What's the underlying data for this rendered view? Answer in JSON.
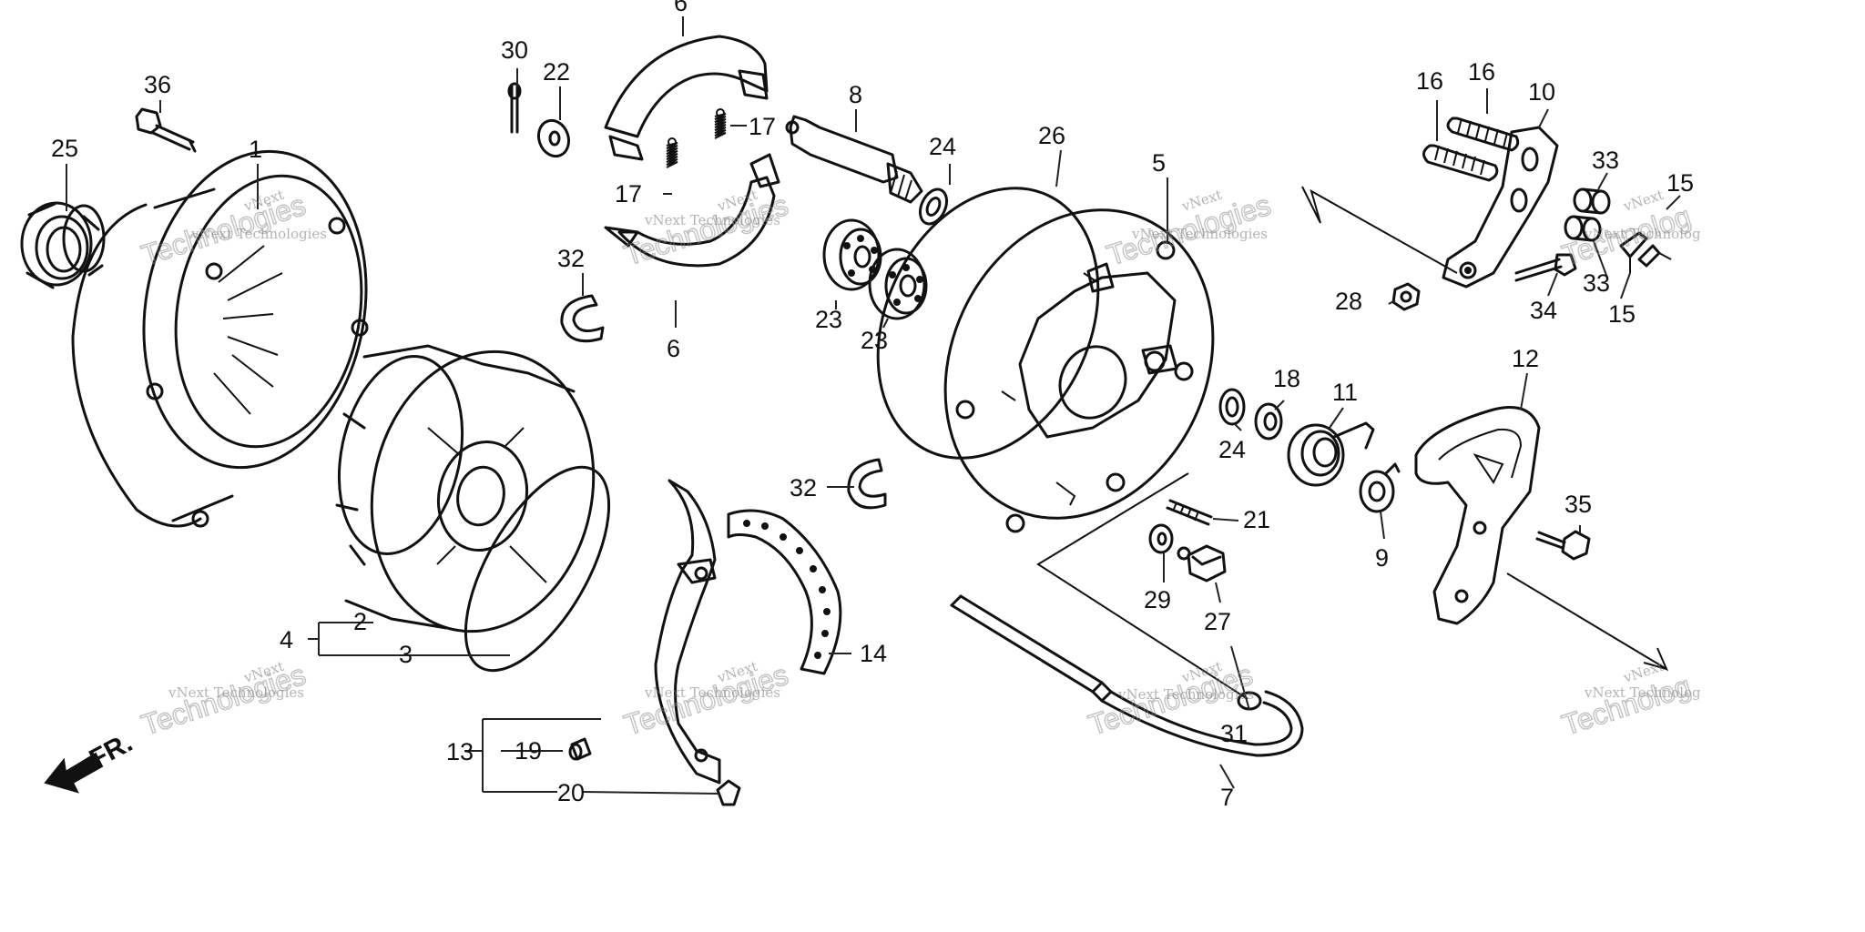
{
  "callouts": {
    "c1": "1",
    "c2": "2",
    "c3": "3",
    "c4": "4",
    "c5": "5",
    "c6a": "6",
    "c6b": "6",
    "c7": "7",
    "c8": "8",
    "c9": "9",
    "c10": "10",
    "c11": "11",
    "c12": "12",
    "c13": "13",
    "c14": "14",
    "c15a": "15",
    "c15b": "15",
    "c16a": "16",
    "c16b": "16",
    "c17a": "17",
    "c17b": "17",
    "c18": "18",
    "c19": "19",
    "c20": "20",
    "c21": "21",
    "c22": "22",
    "c23a": "23",
    "c23b": "23",
    "c24a": "24",
    "c24b": "24",
    "c25": "25",
    "c26": "26",
    "c27": "27",
    "c28": "28",
    "c29": "29",
    "c30": "30",
    "c31": "31",
    "c32a": "32",
    "c32b": "32",
    "c33a": "33",
    "c33b": "33",
    "c34": "34",
    "c35": "35",
    "c36": "36"
  },
  "front_label": "FR.",
  "watermark": {
    "line1": "vNext",
    "line2": "vNext Technologies",
    "line3": "Technologies",
    "line2_truncated": "vNext Technolog",
    "line3_truncated": "Technolog"
  }
}
